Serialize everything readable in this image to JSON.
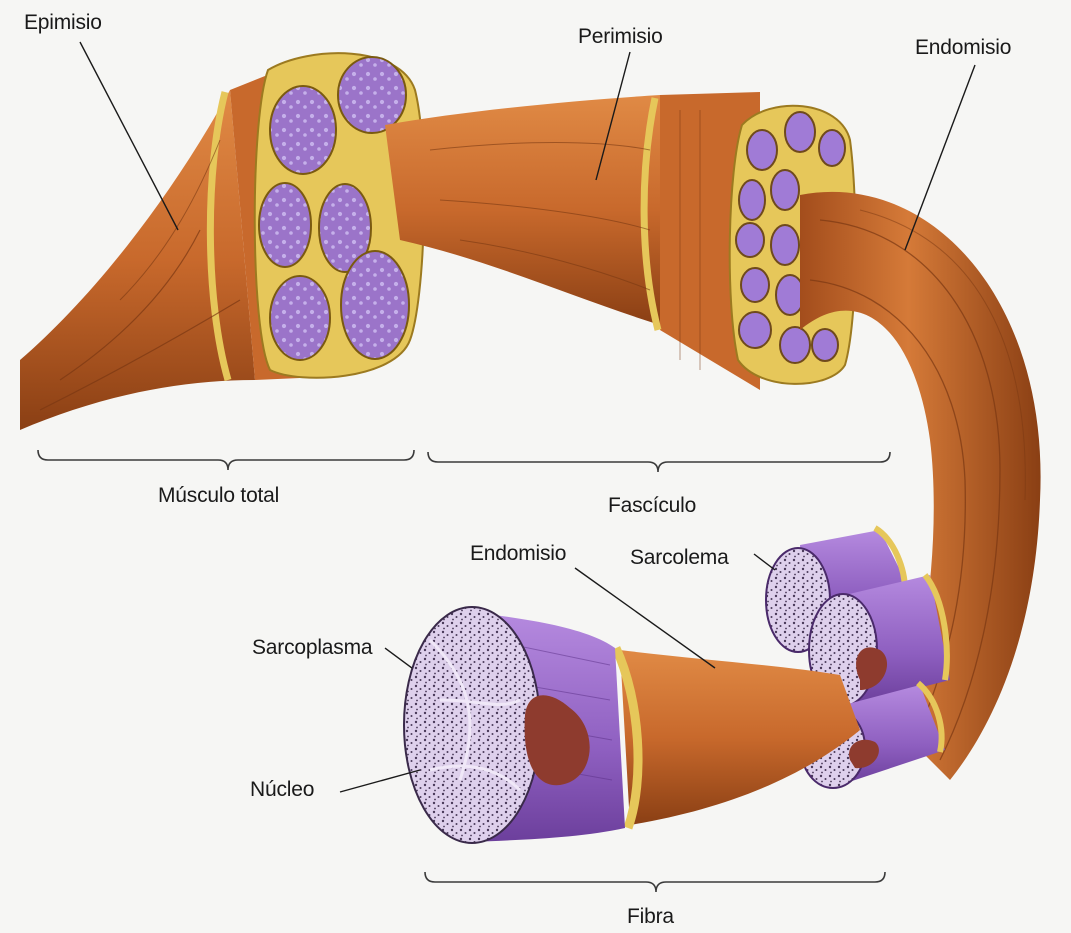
{
  "labels": {
    "epimisio": "Epimisio",
    "perimisio": "Perimisio",
    "endomisio_top": "Endomisio",
    "musculo_total": "Músculo total",
    "fasciculo": "Fascículo",
    "endomisio_bottom": "Endomisio",
    "sarcolema": "Sarcolema",
    "sarcoplasma": "Sarcoplasma",
    "nucleo": "Núcleo",
    "fibra": "Fibra"
  },
  "colors": {
    "muscle": "#c8692c",
    "muscle_dark": "#8a3f14",
    "connective_tissue": "#e6c75a",
    "fiber": "#9a6cc7",
    "fiber_cross_section": "#d6c4e8",
    "nucleus": "#8e3b2e"
  }
}
